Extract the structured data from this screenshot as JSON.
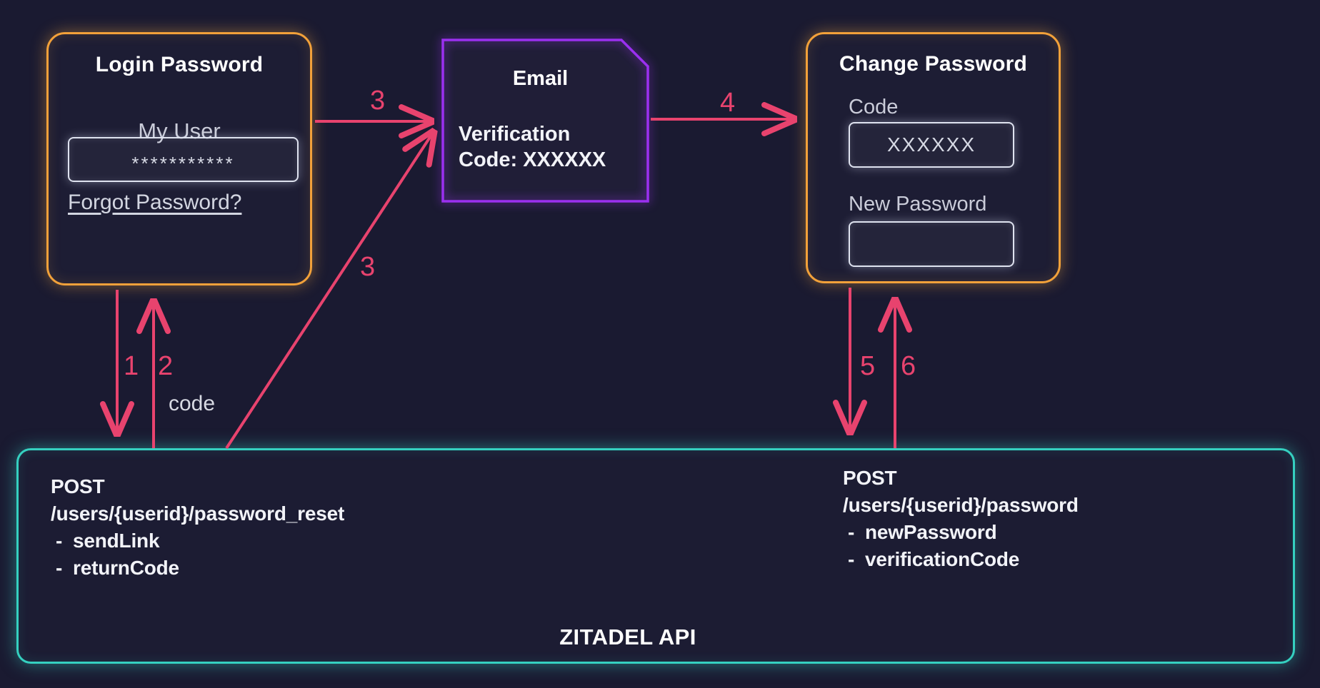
{
  "colors": {
    "background": "#1a1a31",
    "orange_border": "#f2a13a",
    "purple_border": "#9b30f0",
    "teal_border": "#35d0c0",
    "arrow_pink": "#e8436e",
    "text_primary": "#ffffff",
    "text_secondary": "#caccd9"
  },
  "login_box": {
    "title": "Login Password",
    "username": "My User",
    "password_value": "***********",
    "forgot_link": "Forgot Password?"
  },
  "email_box": {
    "title": "Email",
    "line1": "Verification",
    "line2": "Code: XXXXXX"
  },
  "change_box": {
    "title": "Change Password",
    "code_label": "Code",
    "code_value": "XXXXXX",
    "new_password_label": "New Password",
    "new_password_value": ""
  },
  "api_box": {
    "title": "ZITADEL API",
    "bullet": "-",
    "left_endpoint": {
      "method": "POST",
      "path": "/users/{userid}/password_reset",
      "params": [
        "sendLink",
        "returnCode"
      ]
    },
    "right_endpoint": {
      "method": "POST",
      "path": "/users/{userid}/password",
      "params": [
        "newPassword",
        "verificationCode"
      ]
    }
  },
  "arrows": {
    "step1": "1",
    "step2": "2",
    "step2_note": "code",
    "step3_horizontal": "3",
    "step3_diagonal": "3",
    "step4": "4",
    "step5": "5",
    "step6": "6"
  }
}
